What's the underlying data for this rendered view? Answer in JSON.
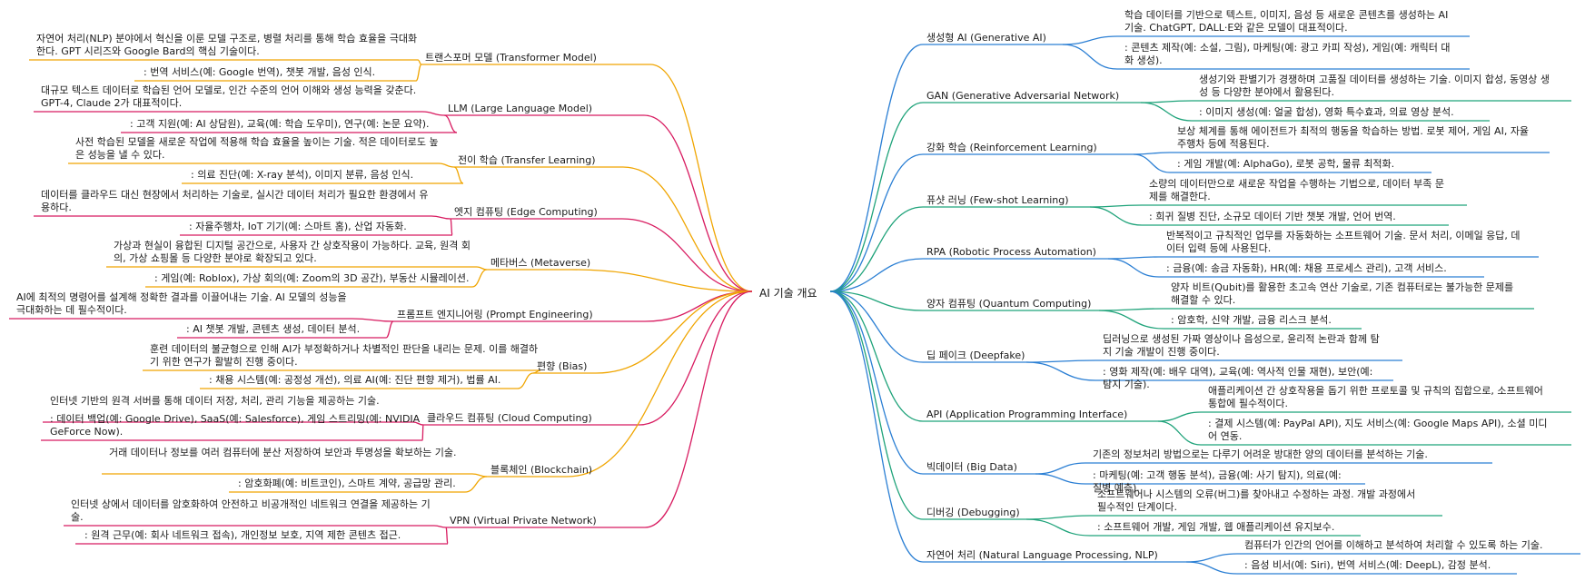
{
  "root": "AI 기술 개요",
  "colors": {
    "orange": "#f0a500",
    "magenta": "#d81b60",
    "blue": "#2b7fd4",
    "green": "#1fa37a"
  },
  "left_branches": [
    {
      "topic": "트랜스포머 모델 (Transformer Model)",
      "desc": "자연어 처리(NLP) 분야에서 혁신을 이룬 모델 구조로, 병렬 처리를 통해 학습 효율을 극대화한다. GPT 시리즈와 Google Bard의 핵심 기술이다.",
      "example": ": 번역 서비스(예: Google 번역), 챗봇 개발, 음성 인식.",
      "color": "#f0a500"
    },
    {
      "topic": "LLM (Large Language Model)",
      "desc": "대규모 텍스트 데이터로 학습된 언어 모델로, 인간 수준의 언어 이해와 생성 능력을 갖춘다. GPT-4, Claude 2가 대표적이다.",
      "example": ": 고객 지원(예: AI 상담원), 교육(예: 학습 도우미), 연구(예: 논문 요약).",
      "color": "#d81b60"
    },
    {
      "topic": "전이 학습 (Transfer Learning)",
      "desc": "사전 학습된 모델을 새로운 작업에 적용해 학습 효율을 높이는 기술. 적은 데이터로도 높은 성능을 낼 수 있다.",
      "example": ": 의료 진단(예: X-ray 분석), 이미지 분류, 음성 인식.",
      "color": "#f0a500"
    },
    {
      "topic": "엣지 컴퓨팅 (Edge Computing)",
      "desc": "데이터를 클라우드 대신 현장에서 처리하는 기술로, 실시간 데이터 처리가 필요한 환경에서 유용하다.",
      "example": ": 자율주행차, IoT 기기(예: 스마트 홈), 산업 자동화.",
      "color": "#d81b60"
    },
    {
      "topic": "메타버스 (Metaverse)",
      "desc": "가상과 현실이 융합된 디지털 공간으로, 사용자 간 상호작용이 가능하다. 교육, 원격 회의, 가상 쇼핑몰 등 다양한 분야로 확장되고 있다.",
      "example": ": 게임(예: Roblox), 가상 회의(예: Zoom의 3D 공간), 부동산 시뮬레이션.",
      "color": "#f0a500"
    },
    {
      "topic": "프롬프트 엔지니어링 (Prompt Engineering)",
      "desc": "AI에 최적의 명령어를 설계해 정확한 결과를 이끌어내는 기술. AI 모델의 성능을 극대화하는 데 필수적이다.",
      "example": ": AI 챗봇 개발, 콘텐츠 생성, 데이터 분석.",
      "color": "#d81b60"
    },
    {
      "topic": "편향 (Bias)",
      "desc": "훈련 데이터의 불균형으로 인해 AI가 부정확하거나 차별적인 판단을 내리는 문제. 이를 해결하기 위한 연구가 활발히 진행 중이다.",
      "example": ": 채용 시스템(예: 공정성 개선), 의료 AI(예: 진단 편향 제거), 법률 AI.",
      "color": "#f0a500"
    },
    {
      "topic": "클라우드 컴퓨팅 (Cloud Computing)",
      "desc": "인터넷 기반의 원격 서버를 통해 데이터 저장, 처리, 관리 기능을 제공하는 기술.",
      "example": ": 데이터 백업(예: Google Drive), SaaS(예: Salesforce), 게임 스트리밍(예: NVIDIA GeForce Now).",
      "color": "#d81b60"
    },
    {
      "topic": "블록체인 (Blockchain)",
      "desc": "거래 데이터나 정보를 여러 컴퓨터에 분산 저장하여 보안과 투명성을 확보하는 기술.",
      "example": ": 암호화폐(예: 비트코인), 스마트 계약, 공급망 관리.",
      "color": "#f0a500"
    },
    {
      "topic": "VPN (Virtual Private Network)",
      "desc": "인터넷 상에서 데이터를 암호화하여 안전하고 비공개적인 네트워크 연결을 제공하는 기술.",
      "example": ": 원격 근무(예: 회사 네트워크 접속), 개인정보 보호, 지역 제한 콘텐츠 접근.",
      "color": "#d81b60"
    }
  ],
  "right_branches": [
    {
      "topic": "생성형 AI (Generative AI)",
      "desc": "학습 데이터를 기반으로 텍스트, 이미지, 음성 등 새로운 콘텐츠를 생성하는 AI 기술. ChatGPT, DALL·E와 같은 모델이 대표적이다.",
      "example": ": 콘텐츠 제작(예: 소설, 그림), 마케팅(예: 광고 카피 작성), 게임(예: 캐릭터 대화 생성).",
      "color": "#2b7fd4"
    },
    {
      "topic": "GAN (Generative Adversarial Network)",
      "desc": "생성기와 판별기가 경쟁하며 고품질 데이터를 생성하는 기술. 이미지 합성, 동영상 생성 등 다양한 분야에서 활용된다.",
      "example": ": 이미지 생성(예: 얼굴 합성), 영화 특수효과, 의료 영상 분석.",
      "color": "#1fa37a"
    },
    {
      "topic": "강화 학습 (Reinforcement Learning)",
      "desc": "보상 체계를 통해 에이전트가 최적의 행동을 학습하는 방법. 로봇 제어, 게임 AI, 자율주행차 등에 적용된다.",
      "example": ": 게임 개발(예: AlphaGo), 로봇 공학, 물류 최적화.",
      "color": "#2b7fd4"
    },
    {
      "topic": "퓨샷 러닝 (Few-shot Learning)",
      "desc": "소량의 데이터만으로 새로운 작업을 수행하는 기법으로, 데이터 부족 문제를 해결한다.",
      "example": ": 희귀 질병 진단, 소규모 데이터 기반 챗봇 개발, 언어 번역.",
      "color": "#1fa37a"
    },
    {
      "topic": "RPA (Robotic Process Automation)",
      "desc": "반복적이고 규칙적인 업무를 자동화하는 소프트웨어 기술. 문서 처리, 이메일 응답, 데이터 입력 등에 사용된다.",
      "example": ": 금융(예: 송금 자동화), HR(예: 채용 프로세스 관리), 고객 서비스.",
      "color": "#2b7fd4"
    },
    {
      "topic": "양자 컴퓨팅 (Quantum Computing)",
      "desc": "양자 비트(Qubit)를 활용한 초고속 연산 기술로, 기존 컴퓨터로는 불가능한 문제를 해결할 수 있다.",
      "example": ": 암호학, 신약 개발, 금융 리스크 분석.",
      "color": "#1fa37a"
    },
    {
      "topic": "딥 페이크 (Deepfake)",
      "desc": "딥러닝으로 생성된 가짜 영상이나 음성으로, 윤리적 논란과 함께 탐지 기술 개발이 진행 중이다.",
      "example": ": 영화 제작(예: 배우 대역), 교육(예: 역사적 인물 재현), 보안(예: 탐지 기술).",
      "color": "#2b7fd4"
    },
    {
      "topic": "API (Application Programming Interface)",
      "desc": "애플리케이션 간 상호작용을 돕기 위한 프로토콜 및 규칙의 집합으로, 소프트웨어 통합에 필수적이다.",
      "example": ": 결제 시스템(예: PayPal API), 지도 서비스(예: Google Maps API), 소셜 미디어 연동.",
      "color": "#1fa37a"
    },
    {
      "topic": "빅데이터 (Big Data)",
      "desc": "기존의 정보처리 방법으로는 다루기 어려운 방대한 양의 데이터를 분석하는 기술.",
      "example": ": 마케팅(예: 고객 행동 분석), 금융(예: 사기 탐지), 의료(예: 질병 예측).",
      "color": "#2b7fd4"
    },
    {
      "topic": "디버깅 (Debugging)",
      "desc": "소프트웨어나 시스템의 오류(버그)를 찾아내고 수정하는 과정. 개발 과정에서 필수적인 단계이다.",
      "example": ": 소프트웨어 개발, 게임 개발, 웹 애플리케이션 유지보수.",
      "color": "#1fa37a"
    },
    {
      "topic": "자연어 처리 (Natural Language Processing, NLP)",
      "desc": "컴퓨터가 인간의 언어를 이해하고 분석하여 처리할 수 있도록 하는 기술.",
      "example": ": 음성 비서(예: Siri), 번역 서비스(예: DeepL), 감정 분석.",
      "color": "#2b7fd4"
    }
  ]
}
